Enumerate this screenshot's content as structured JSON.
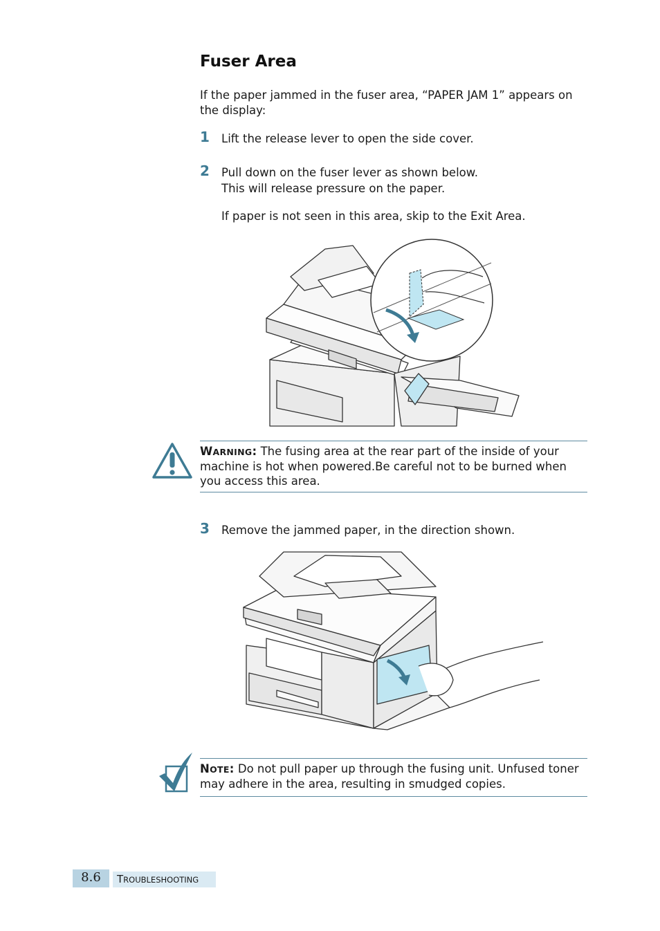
{
  "section": {
    "title": "Fuser Area",
    "intro": "If the paper jammed in the fuser area, “PAPER JAM 1” appears on the display:"
  },
  "steps": [
    {
      "number": "1",
      "lines": [
        "Lift the release lever to open the side cover."
      ]
    },
    {
      "number": "2",
      "lines": [
        "Pull down on the fuser lever as shown below.",
        "This will release pressure on the paper."
      ],
      "extra": "If paper is not seen in this area, skip to the Exit Area."
    },
    {
      "number": "3",
      "lines": [
        "Remove the jammed paper, in the direction shown."
      ]
    }
  ],
  "warning": {
    "label_initial": "W",
    "label_rest": "ARNING",
    "label_colon": ":",
    "text": "The fusing area at the rear part of the inside of your machine is hot when powered.Be careful not to be burned when you access this area.",
    "icon": "warning-triangle-icon"
  },
  "note": {
    "label_initial": "N",
    "label_rest": "OTE",
    "label_colon": ":",
    "text": "Do not pull paper up through the fusing unit. Unfused toner may adhere in the area, resulting in smudged copies.",
    "icon": "checkmark-note-icon"
  },
  "footer": {
    "page_number": "8.6",
    "chapter_initial": "T",
    "chapter_rest": "ROUBLESHOOTING"
  },
  "colors": {
    "accent": "#3e7b94",
    "rule": "#5d8aa0",
    "paper_highlight": "#bfe6f2",
    "footer_dark": "#b8d3e2",
    "footer_light": "#daeaf3"
  }
}
